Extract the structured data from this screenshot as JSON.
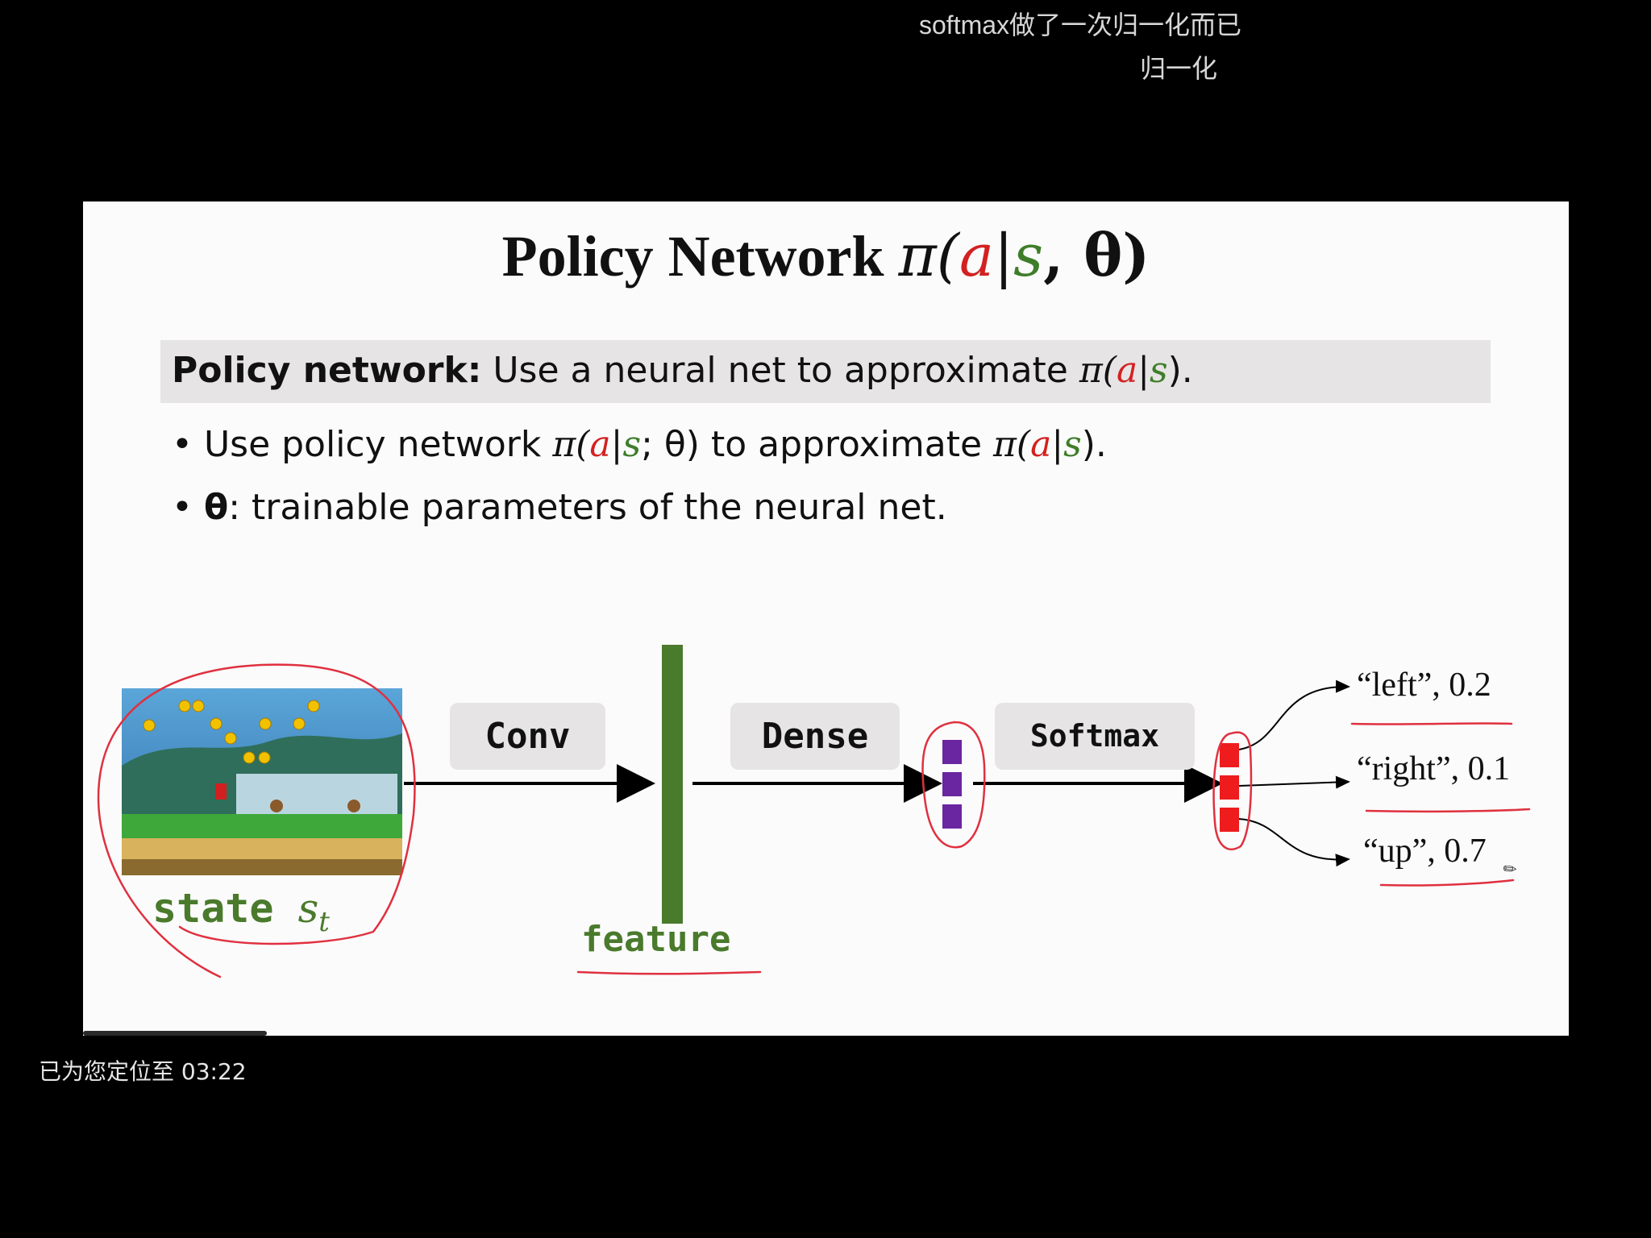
{
  "subtitles": {
    "line1": "softmax做了一次归一化而已",
    "line2": "归一化"
  },
  "slide": {
    "title": {
      "text": "Policy Network ",
      "pi": "π(",
      "a": "a",
      "bar": "|",
      "s": "s",
      "comma": ", θ)"
    },
    "definition": {
      "bold": "Policy network:",
      "text": " Use a neural net to approximate ",
      "pi": "π(",
      "a": "a",
      "bar": "|",
      "s": "s",
      "close": ")."
    },
    "bullets": [
      {
        "prefix": "• Use policy network ",
        "pi": "π(",
        "a": "a",
        "bar": "|",
        "s": "s",
        "mid": "; θ) to approximate ",
        "pi2": "π(",
        "a2": "a",
        "bar2": "|",
        "s2": "s",
        "close": ")."
      },
      {
        "prefix": "• ",
        "theta": "θ",
        "text": ": trainable parameters of the neural net."
      }
    ],
    "diagram": {
      "state_label": "state",
      "state_var": "s",
      "state_sub": "t",
      "conv_label": "Conv",
      "feature_label": "feature",
      "dense_label": "Dense",
      "softmax_label": "Softmax",
      "outputs": [
        "“left”, 0.2",
        "“right”, 0.1",
        "“up”, 0.7"
      ]
    }
  },
  "overlay": {
    "toast": "已为您定位至 03:22"
  },
  "colors": {
    "feature_bar": "#4a7a2c",
    "dense_neurons": "#6a25a0",
    "softmax_neurons": "#ee1c1c",
    "annotation": "#e0303f",
    "math_red": "#d32121",
    "math_green": "#3f7d2a"
  }
}
